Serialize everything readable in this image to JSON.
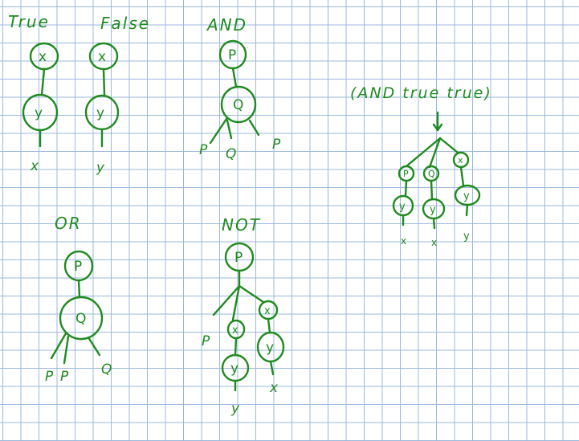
{
  "titles": {
    "true": "True",
    "false": "False",
    "and": "AND",
    "or": "OR",
    "not": "NOT",
    "expr": "(AND true true)"
  },
  "nodes": {
    "x": "x",
    "y": "y",
    "p": "P",
    "q": "Q"
  },
  "leaves": {
    "x": "x",
    "y": "y",
    "p": "P",
    "q": "Q"
  },
  "ink_color": "#1f8a1f",
  "grid_color": "#9bb8dc"
}
